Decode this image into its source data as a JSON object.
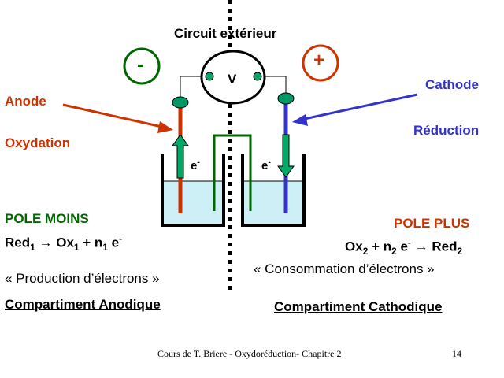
{
  "colors": {
    "anode": "#cc3300",
    "cathode": "#3333cc",
    "pole_minus": "#006600",
    "pole_plus": "#cc3300",
    "solution": "#ccf0f5",
    "bridge": "#006600",
    "electrode_head": "#009966",
    "arrow_fill": "#00aa66",
    "text": "#000000"
  },
  "diagram": {
    "circuit_title": "Circuit extérieur",
    "minus_sign": "-",
    "plus_sign": "+",
    "voltmeter_label": "V",
    "electron_left": "e",
    "electron_right": "e",
    "electron_sup": "-"
  },
  "anode": {
    "label": "Anode",
    "process": "Oxydation",
    "pole": "POLE MOINS",
    "reaction": {
      "red": "Red",
      "red_sub": "1",
      "arrow": "→",
      "ox": "Ox",
      "ox_sub": "1",
      "plus": "+ n",
      "n_sub": "1",
      "e": "e",
      "e_sup": "-"
    },
    "description": "« Production d’électrons »",
    "compartment": "Compartiment Anodique"
  },
  "cathode": {
    "label": "Cathode",
    "process": "Réduction",
    "pole": "POLE PLUS",
    "reaction": {
      "ox": "Ox",
      "ox_sub": "2",
      "plus": "+ n",
      "n_sub": "2",
      "e": "e",
      "e_sup": "-",
      "arrow": "→",
      "red": "Red",
      "red_sub": "2"
    },
    "description": "« Consommation d’électrons »",
    "compartment": "Compartiment Cathodique"
  },
  "footer": {
    "text": "Cours de T. Briere - Oxydoréduction- Chapitre 2",
    "page": "14"
  }
}
